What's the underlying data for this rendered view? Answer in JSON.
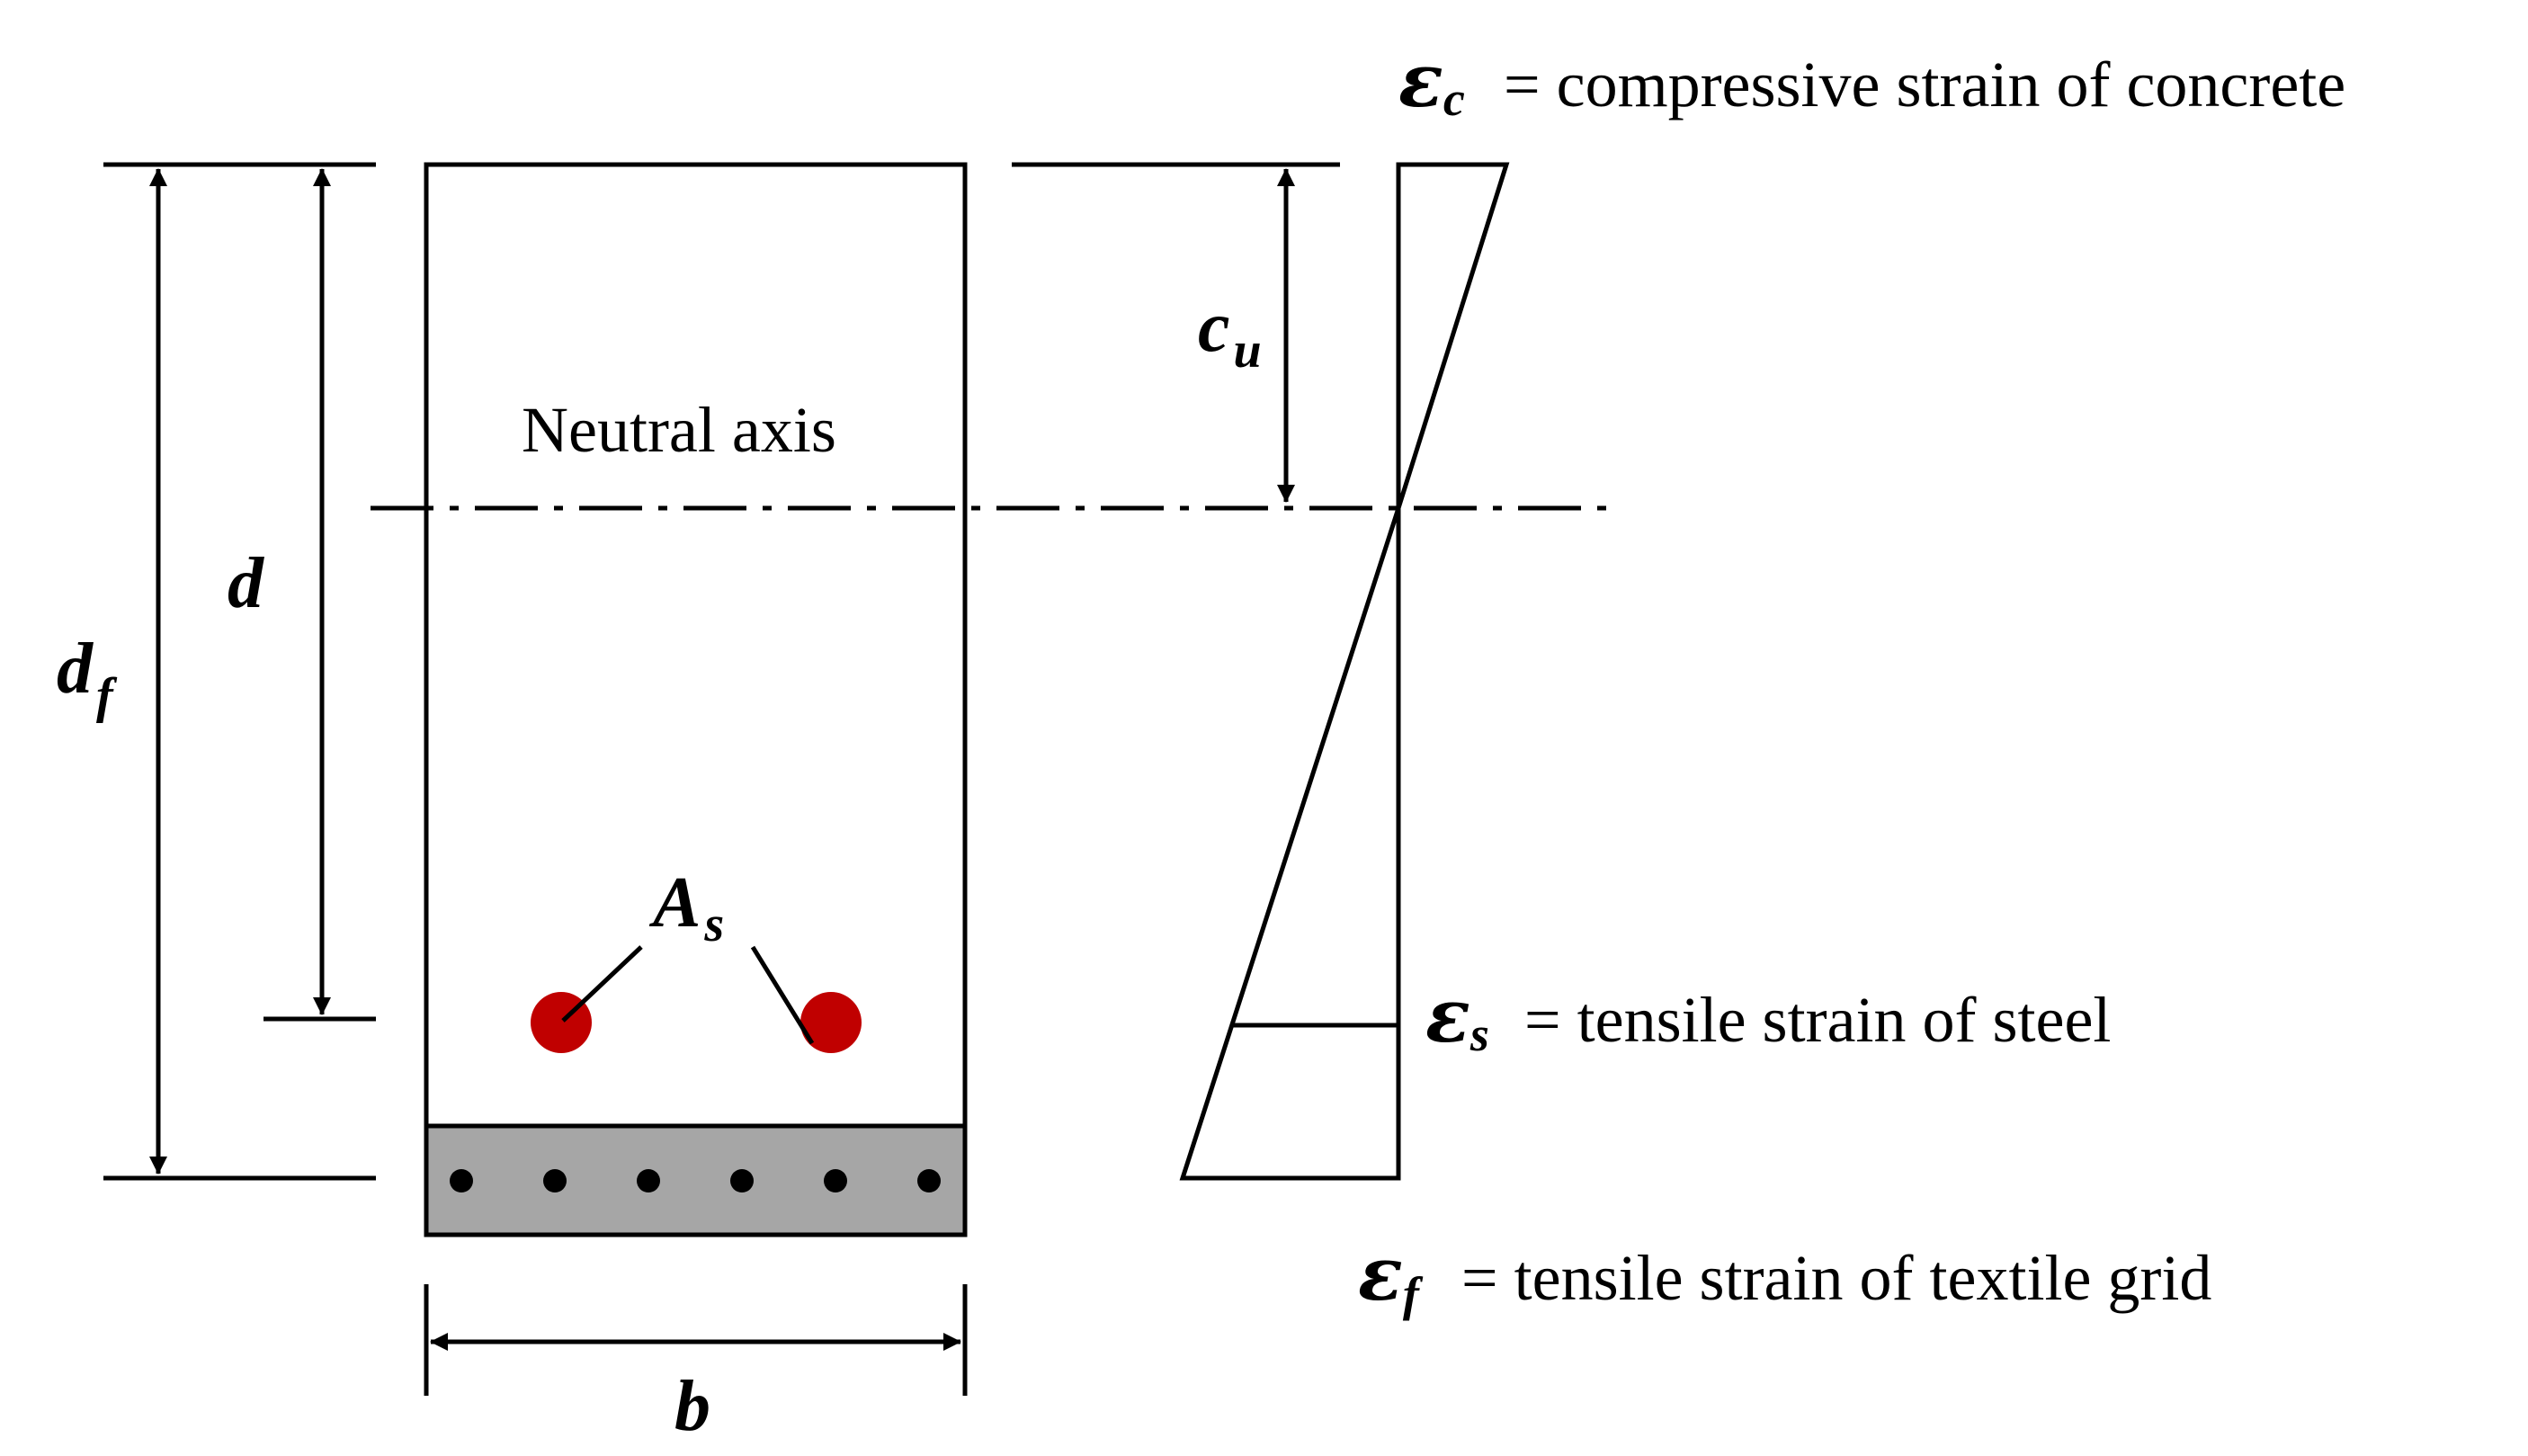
{
  "labels": {
    "neutral_axis": "Neutral axis",
    "d": "d",
    "df_main": "d",
    "df_sub": "f",
    "cu_main": "c",
    "cu_sub": "u",
    "as_main": "A",
    "as_sub": "s",
    "b": "b"
  },
  "legend": {
    "eps_c": {
      "symbol": "ε",
      "sub": "c",
      "text": "= compressive strain of concrete"
    },
    "eps_s": {
      "symbol": "ε",
      "sub": "s",
      "text": "= tensile strain of steel"
    },
    "eps_f": {
      "symbol": "ε",
      "sub": "f",
      "text": "= tensile strain of textile grid"
    }
  },
  "colors": {
    "rebar": "#c00000",
    "textile_layer": "#a6a6a6",
    "line": "#000000"
  }
}
